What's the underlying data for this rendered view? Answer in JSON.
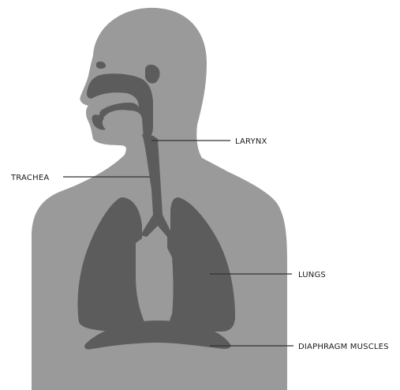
{
  "diagram": {
    "colors": {
      "background": "#ffffff",
      "body": "#9a9a9a",
      "organs": "#5c5c5c",
      "lines": "#333333",
      "text": "#1a1a1a"
    },
    "labels": {
      "larynx": "LARYNX",
      "trachea": "TRACHEA",
      "lungs": "LUNGS",
      "diaphragm": "DIAPHRAGM MUSCLES"
    }
  }
}
